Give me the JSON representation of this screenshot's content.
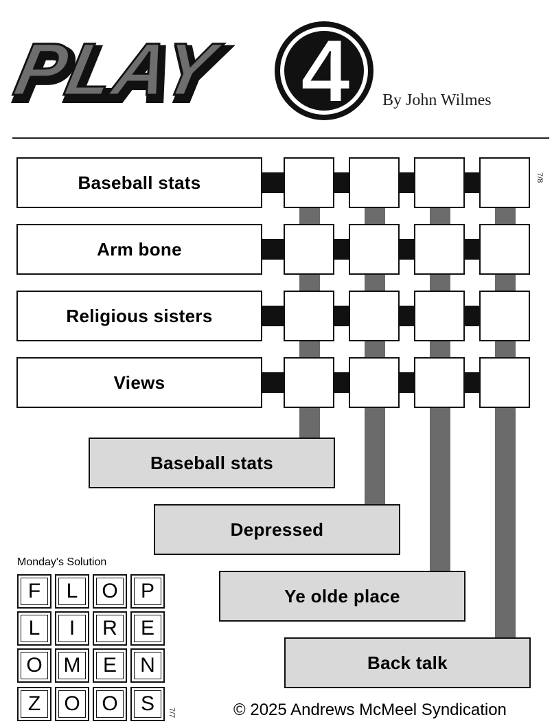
{
  "header": {
    "logo_text": "PLAY",
    "logo_number": "4",
    "byline": "By John Wilmes"
  },
  "puzzle": {
    "date_code": "7/8",
    "across_clues": [
      "Baseball stats",
      "Arm bone",
      "Religious sisters",
      "Views"
    ],
    "down_clues": [
      "Baseball stats",
      "Depressed",
      "Ye olde place",
      "Back talk"
    ]
  },
  "solution": {
    "title": "Monday's Solution",
    "date_code": "7/7",
    "rows": [
      [
        "F",
        "L",
        "O",
        "P"
      ],
      [
        "L",
        "I",
        "R",
        "E"
      ],
      [
        "O",
        "M",
        "E",
        "N"
      ],
      [
        "Z",
        "O",
        "O",
        "S"
      ]
    ]
  },
  "footer": {
    "copyright": "© 2025 Andrews McMeel Syndication"
  },
  "colors": {
    "down_clue_fill": "#d9d9d9",
    "vertical_connector": "#6b6b6b",
    "horizontal_connector": "#111111"
  }
}
